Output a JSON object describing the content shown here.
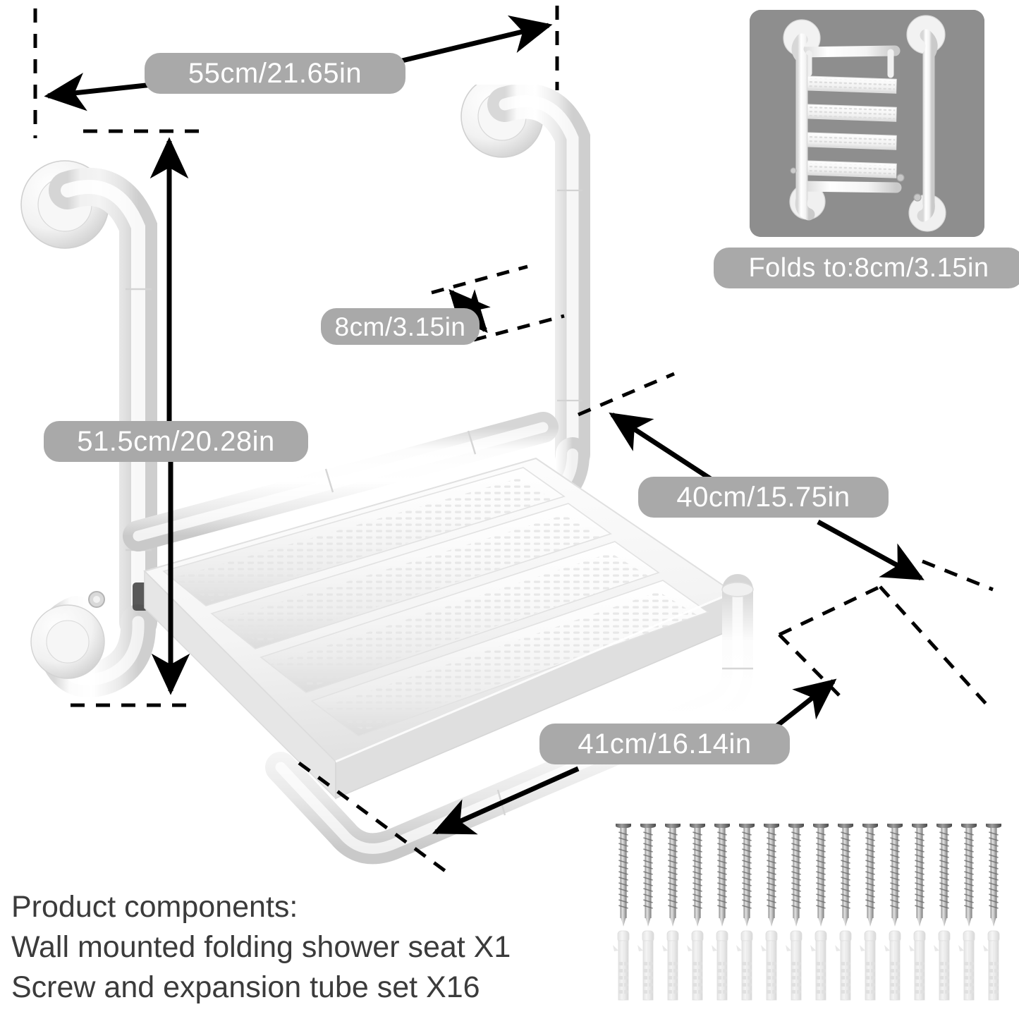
{
  "image": {
    "title": "Wall mounted folding shower seat dimension infographic",
    "background_color": "#ffffff",
    "badge_color": "#a9a9a9",
    "badge_text_color": "#ffffff",
    "thumbnail_background_color": "#8e8e8e",
    "body_text_color": "#3b3b3b"
  },
  "dimensions": {
    "width_overall": "55cm/21.65in",
    "height_overall": "51.5cm/20.28in",
    "depth_folded": "8cm/3.15in",
    "seat_depth": "40cm/15.75in",
    "seat_width": "41cm/16.14in",
    "folds_to": "Folds to:8cm/3.15in"
  },
  "components": {
    "heading": "Product components:",
    "line1": "Wall mounted folding shower seat X1",
    "line2": "Screw and expansion tube set X16"
  },
  "hardware": {
    "screw_count": 16,
    "anchor_count": 16
  },
  "icons": {
    "arrow": "double-headed-dimension-arrow",
    "dashed": "dashed-extension-line"
  }
}
